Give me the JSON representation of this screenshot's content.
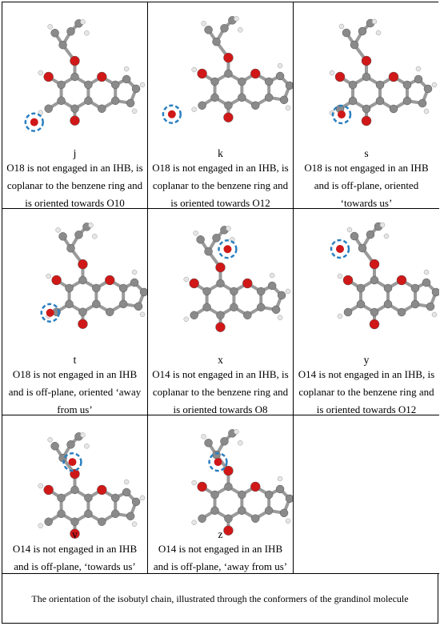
{
  "panels": [
    {
      "label": "j",
      "description": "O18 is not engaged in an IHB, is coplanar to the benzene ring and is oriented towards O10"
    },
    {
      "label": "k",
      "description": "O18 is not engaged in an IHB, is coplanar to the benzene ring and is oriented towards O12"
    },
    {
      "label": "s",
      "description": "O18 is not engaged in an IHB and is off-plane, oriented ‘towards us’"
    },
    {
      "label": "t",
      "description": "O18 is not engaged in an IHB and is off-plane, oriented ‘away from us’"
    },
    {
      "label": "x",
      "description": "O14 is not engaged in an IHB, is coplanar to the benzene ring and is oriented towards O8"
    },
    {
      "label": "y",
      "description": "O14 is not engaged in an IHB, is coplanar to the benzene ring and is oriented towards O12"
    },
    {
      "label": "v",
      "description": "O14 is not engaged in an IHB and is off-plane, ‘towards us’"
    },
    {
      "label": "z",
      "description": "O14 is not engaged in an IHB and is off-plane, ‘away from us’"
    }
  ],
  "caption": "The orientation of the isobutyl chain, illustrated through the conformers of the grandinol molecule",
  "colors": {
    "carbon": "#8a8a8a",
    "oxygen": "#d01818",
    "hydrogen": "#e6e6e6",
    "highlight": "#2a7fc0"
  }
}
